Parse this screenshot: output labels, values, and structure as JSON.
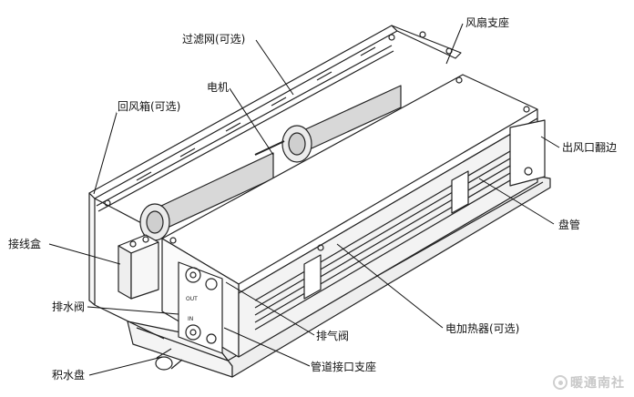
{
  "labels": {
    "filter": "过滤网(可选)",
    "fan_bracket": "风扇支座",
    "motor": "电机",
    "return_box": "回风箱(可选)",
    "outlet_flange": "出风口翻边",
    "coil": "盘管",
    "junction_box": "接线盒",
    "drain_valve": "排水阀",
    "heater": "电加热器(可选)",
    "vent_valve": "排气阀",
    "pipe_bracket": "管道接口支座",
    "drip_tray": "积水盘"
  },
  "watermark": "暖通南社",
  "panel_marks": {
    "in": "IN",
    "out": "OUT"
  }
}
